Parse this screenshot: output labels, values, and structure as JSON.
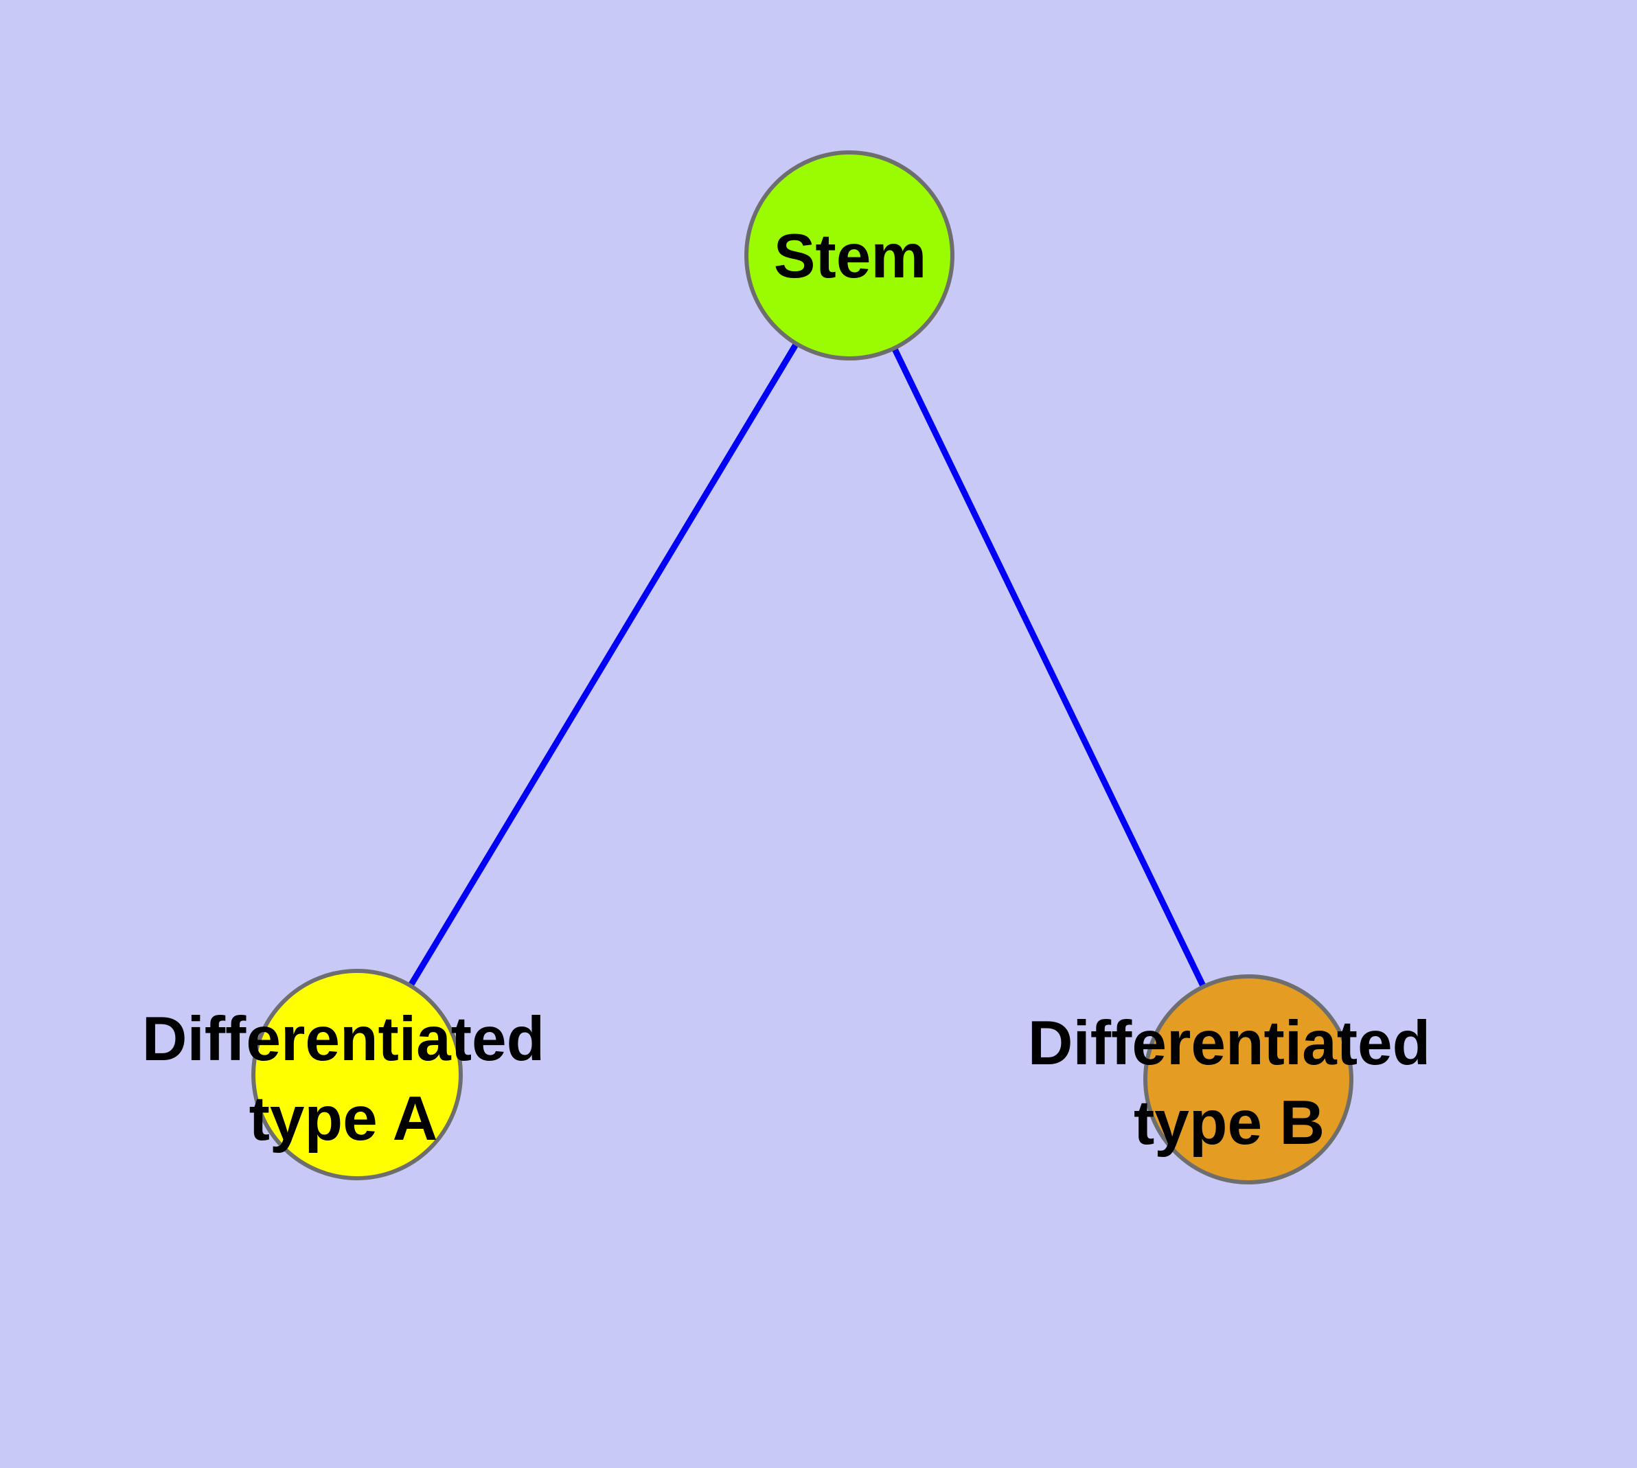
{
  "diagram": {
    "background_color": "#c9c9f8",
    "edge_color": "#0000f8",
    "node_border_color": "#6e6e6e",
    "text_color": "#000000",
    "nodes": [
      {
        "id": "stem",
        "label": "Stem",
        "fill": "#9bfb00"
      },
      {
        "id": "type-a",
        "label": "Differentiated\ntype A",
        "fill": "#ffff00"
      },
      {
        "id": "type-b",
        "label": "Differentiated\ntype B",
        "fill": "#e49c23"
      }
    ],
    "edges": [
      {
        "from": "Stem",
        "to": "Differentiated type A"
      },
      {
        "from": "Stem",
        "to": "Differentiated type B"
      }
    ]
  }
}
